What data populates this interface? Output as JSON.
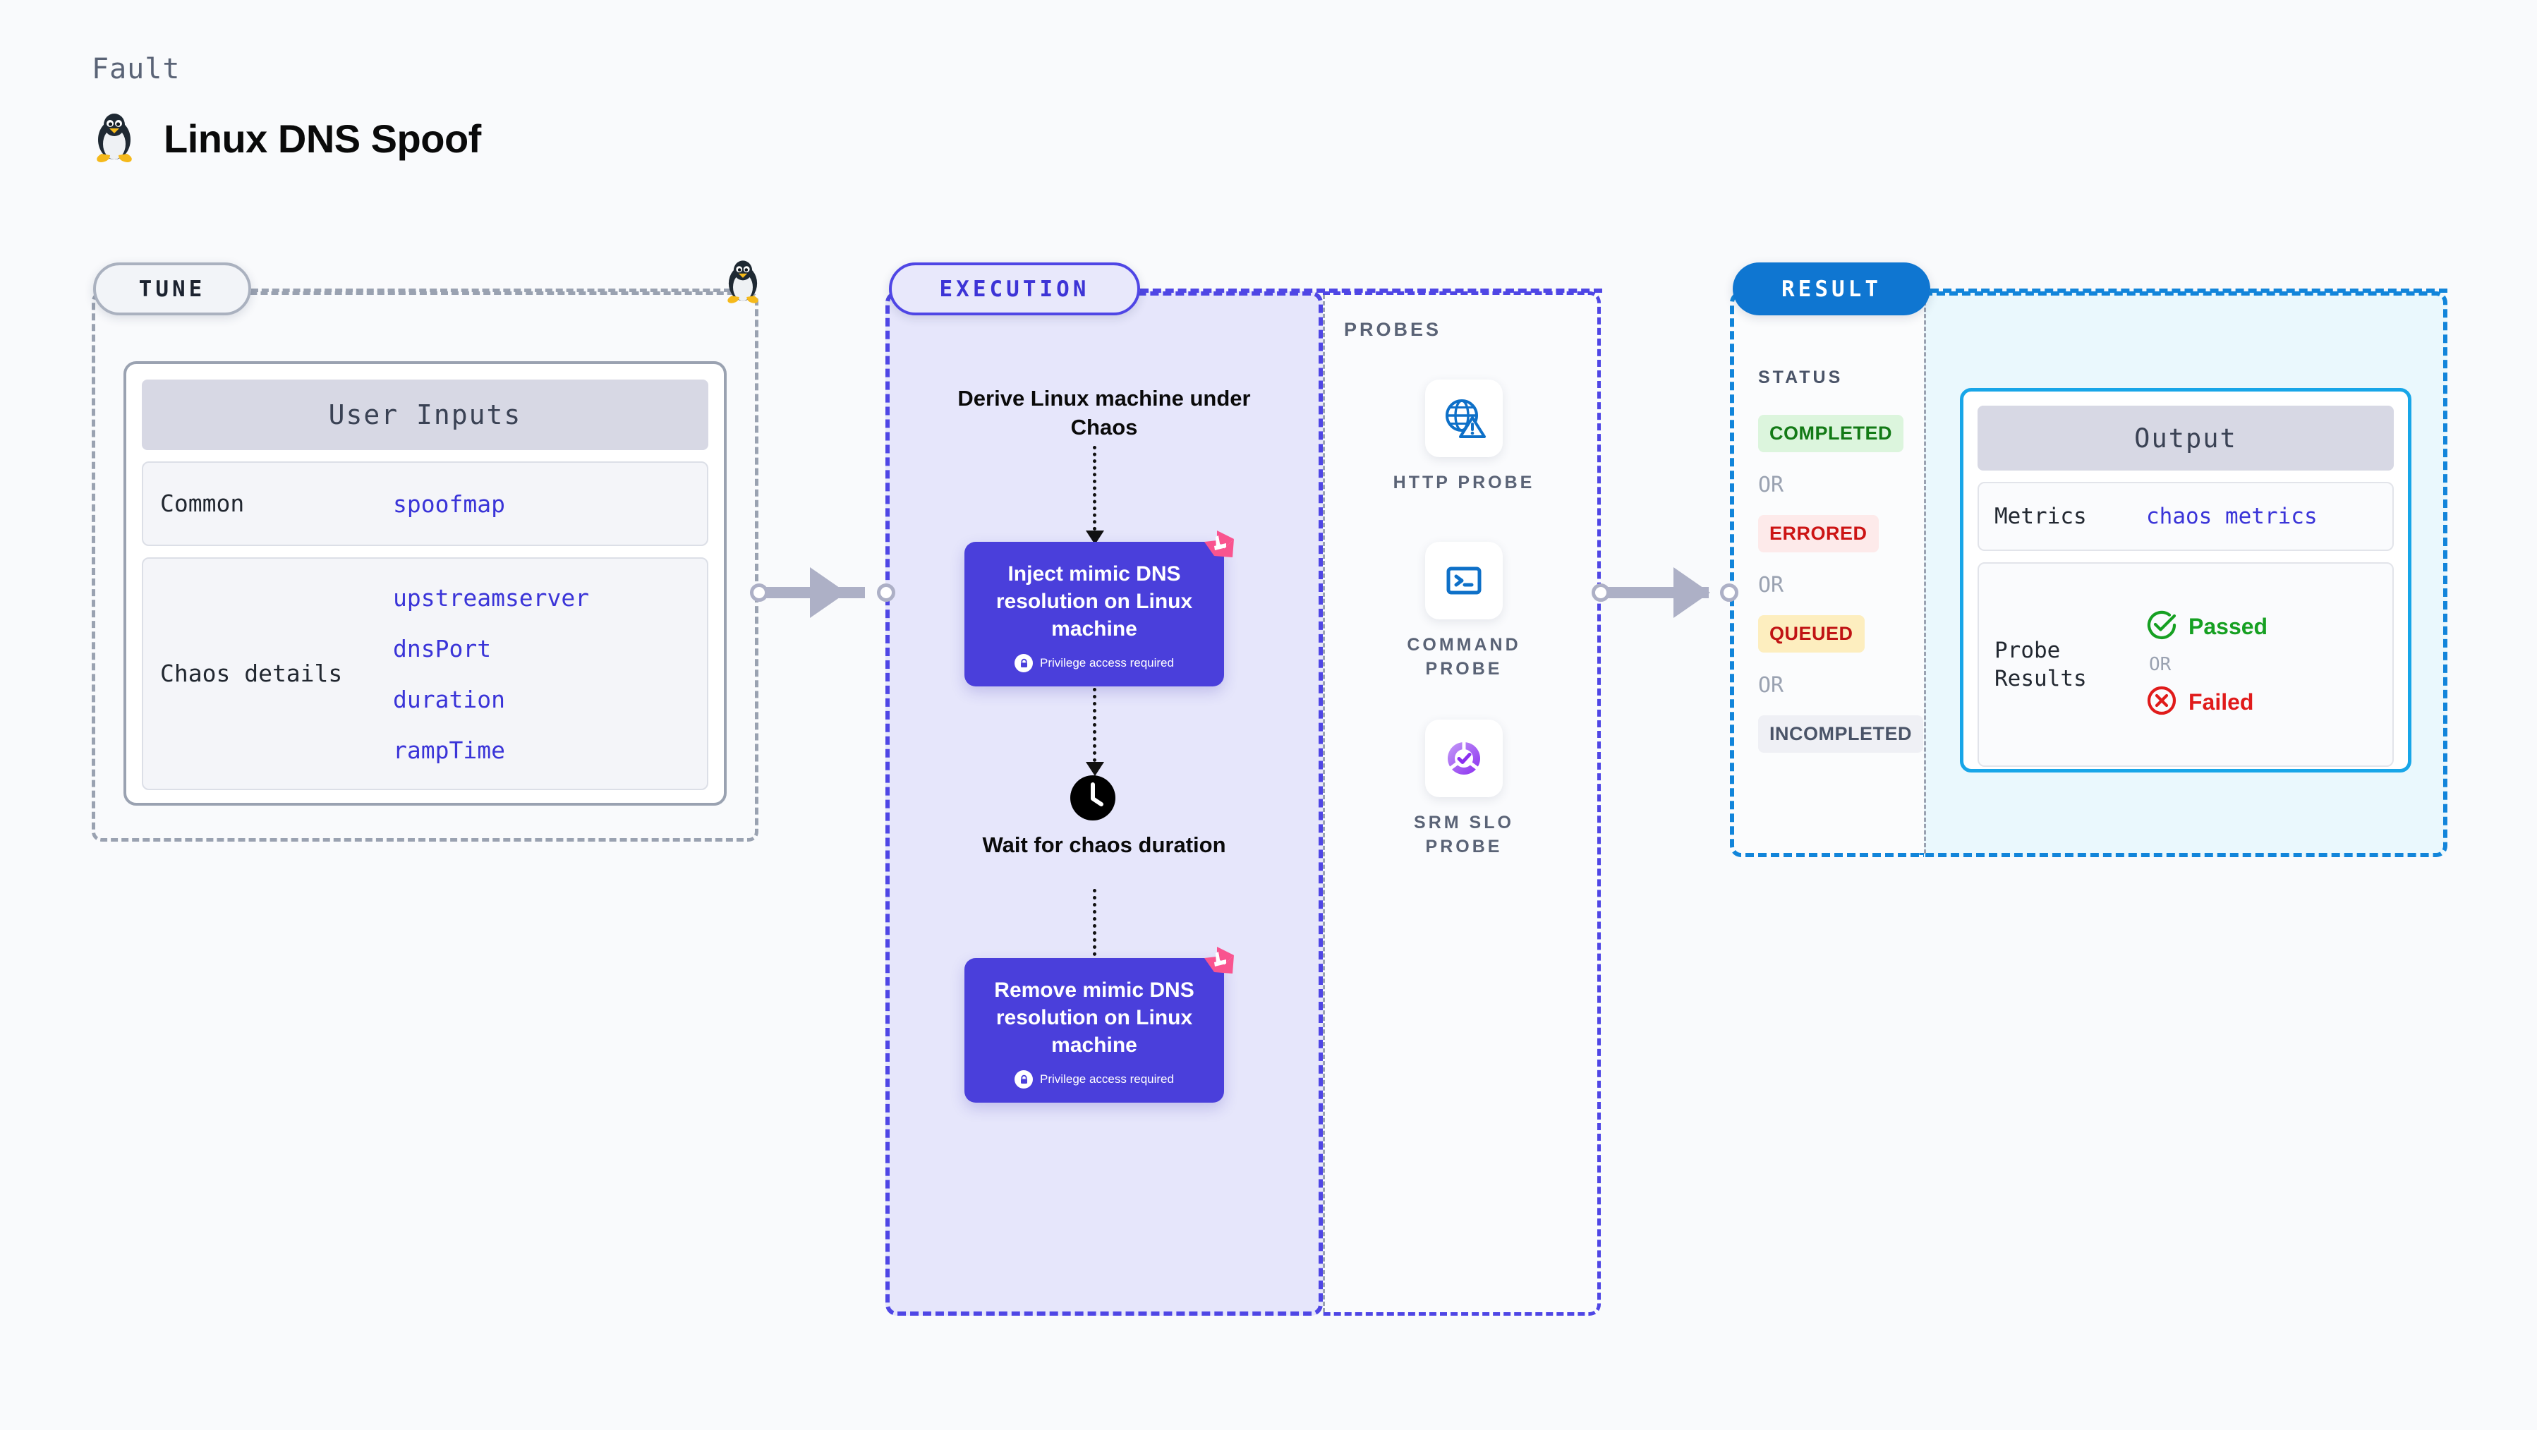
{
  "header": {
    "eyebrow": "Fault",
    "title": "Linux DNS Spoof",
    "icon": "linux-penguin-icon"
  },
  "stages": {
    "tune": {
      "label": "TUNE"
    },
    "execution": {
      "label": "EXECUTION"
    },
    "result": {
      "label": "RESULT"
    }
  },
  "tune": {
    "card_title": "User Inputs",
    "rows": [
      {
        "key": "Common",
        "values": [
          "spoofmap"
        ]
      },
      {
        "key": "Chaos details",
        "values": [
          "upstreamserver",
          "dnsPort",
          "duration",
          "rampTime"
        ]
      }
    ]
  },
  "execution": {
    "step_derive": "Derive Linux machine under Chaos",
    "step_inject": {
      "title": "Inject mimic DNS resolution on Linux machine",
      "note": "Privilege access required"
    },
    "step_wait": "Wait for chaos duration",
    "step_remove": {
      "title": "Remove mimic DNS resolution on Linux machine",
      "note": "Privilege access required"
    }
  },
  "probes": {
    "title": "PROBES",
    "items": [
      {
        "label": "HTTP PROBE",
        "icon": "globe-warning-icon"
      },
      {
        "label": "COMMAND PROBE",
        "icon": "terminal-icon"
      },
      {
        "label": "SRM SLO PROBE",
        "icon": "slo-check-icon"
      }
    ]
  },
  "result": {
    "status_title": "STATUS",
    "or_label": "OR",
    "badges": [
      {
        "label": "COMPLETED",
        "color": "#137a16",
        "bg": "#dcf5dd"
      },
      {
        "label": "ERRORED",
        "color": "#cc1414",
        "bg": "#fdeaea"
      },
      {
        "label": "QUEUED",
        "color": "#c01414",
        "bg": "#fdeebf"
      },
      {
        "label": "INCOMPLETED",
        "color": "#4a5468",
        "bg": "#eff0f5"
      }
    ]
  },
  "output": {
    "card_title": "Output",
    "metrics_key": "Metrics",
    "metrics_value": "chaos metrics",
    "probe_key": "Probe Results",
    "passed_label": "Passed",
    "or_label": "OR",
    "failed_label": "Failed"
  },
  "colors": {
    "accent_indigo": "#4a3fdb",
    "accent_blue": "#0f76d1",
    "accent_cyan": "#18a6e8",
    "chaos_pink": "#f9548f",
    "grey_border": "#9aa2b1"
  }
}
